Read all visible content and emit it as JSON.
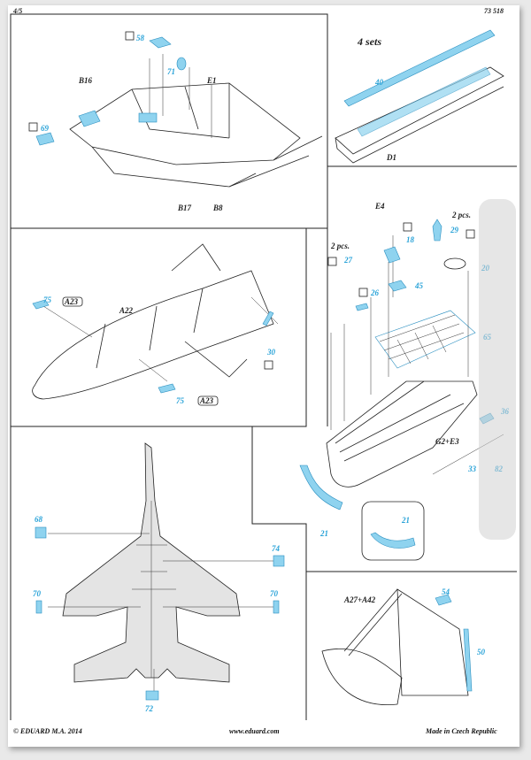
{
  "header": {
    "page": "4/5",
    "code": "73 518"
  },
  "footer": {
    "left": "© EDUARD M.A. 2014",
    "center": "www.eduard.com",
    "right": "Made in Czech Republic"
  },
  "panel1": {
    "labels": {
      "b16": "B16",
      "e1": "E1",
      "b17": "B17",
      "b8": "B8"
    },
    "parts": {
      "p58": "58",
      "p71": "71",
      "p69": "69"
    }
  },
  "panel2": {
    "sets": "4 sets",
    "labels": {
      "d1": "D1"
    },
    "parts": {
      "p40": "40"
    }
  },
  "panel3": {
    "labels": {
      "a22": "A22",
      "a23a": "A23",
      "a23b": "A23"
    },
    "parts": {
      "p75a": "75",
      "p75b": "75",
      "p30": "30"
    }
  },
  "panel4": {
    "labels": {
      "e4": "E4",
      "g2e3": "G2+E3",
      "pcs1": "2 pcs.",
      "pcs2": "2 pcs."
    },
    "parts": {
      "p18": "18",
      "p29": "29",
      "p20": "20",
      "p27": "27",
      "p26": "26",
      "p45": "45",
      "p65": "65",
      "p36": "36",
      "p33": "33",
      "p82": "82",
      "p21a": "21",
      "p21b": "21"
    }
  },
  "panel5": {
    "parts": {
      "p68": "68",
      "p74": "74",
      "p70a": "70",
      "p70b": "70",
      "p72": "72"
    }
  },
  "panel6": {
    "labels": {
      "a27a42": "A27+A42"
    },
    "parts": {
      "p54": "54",
      "p50": "50"
    }
  }
}
